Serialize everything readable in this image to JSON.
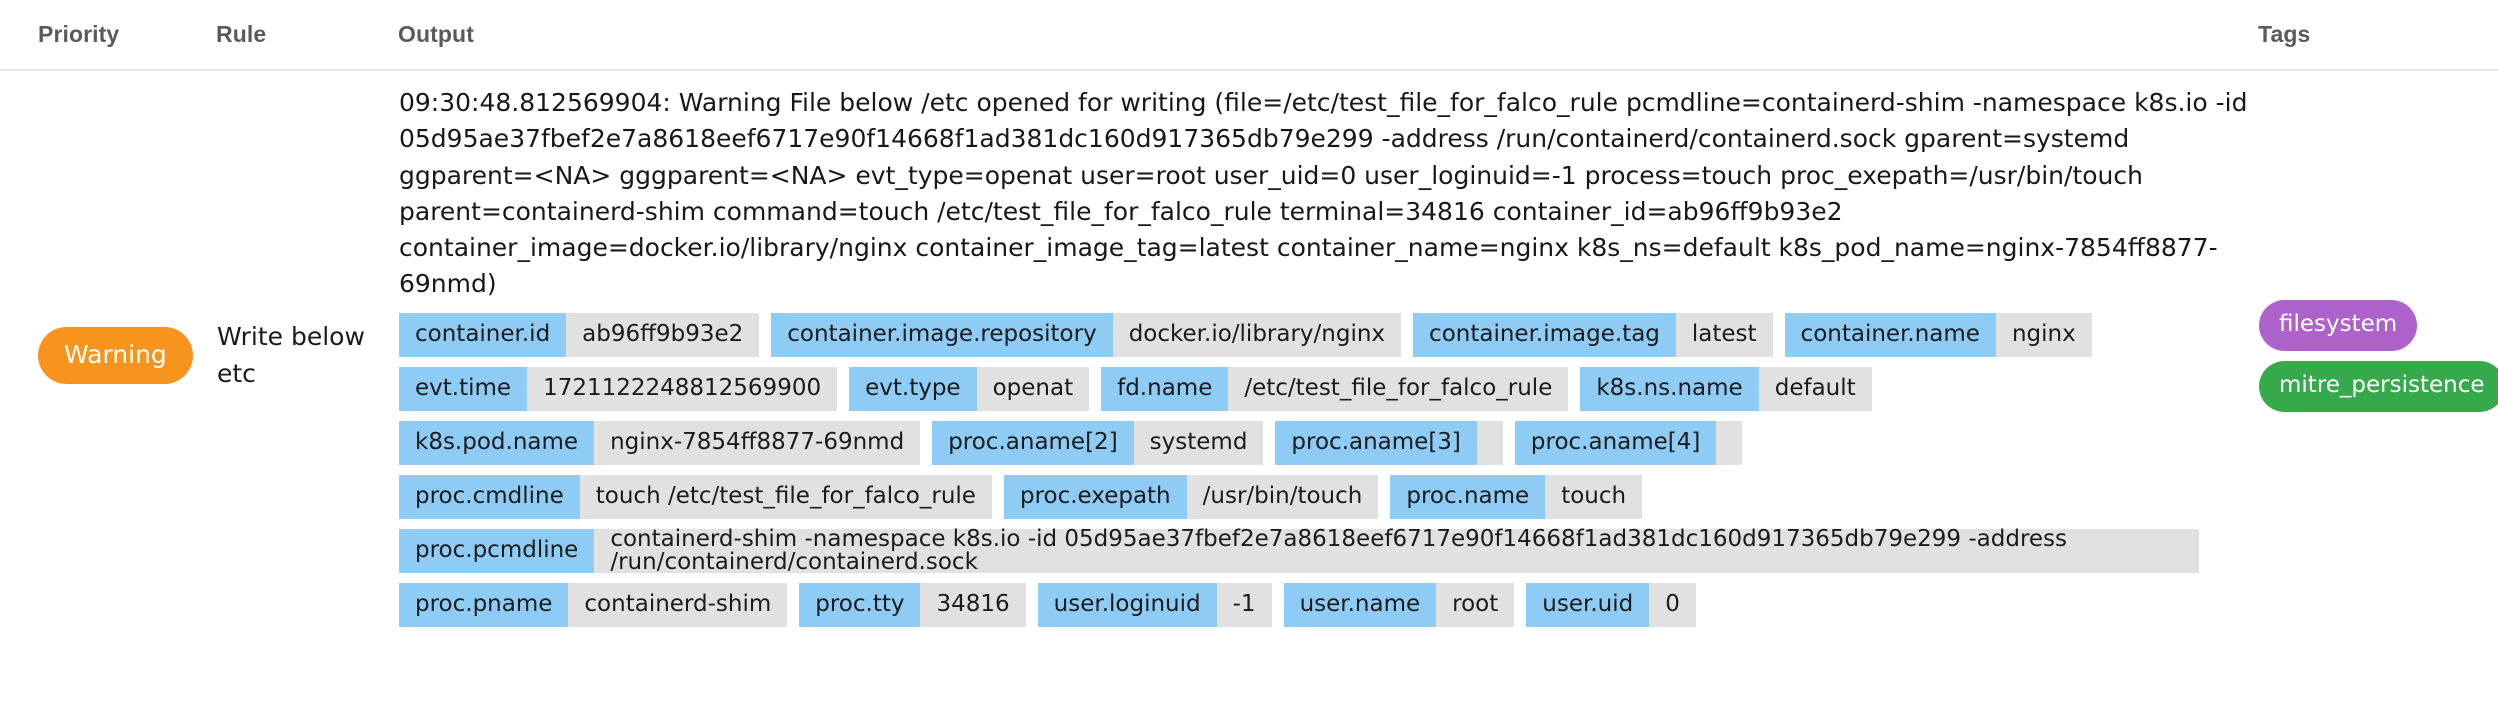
{
  "table": {
    "headers": {
      "priority": "Priority",
      "rule": "Rule",
      "output": "Output",
      "tags": "Tags"
    },
    "row": {
      "priority": "Warning",
      "rule": "Write below etc",
      "output_text": "09:30:48.812569904: Warning File below /etc opened for writing (file=/etc/test_file_for_falco_rule pcmdline=containerd-shim -namespace k8s.io -id 05d95ae37fbef2e7a8618eef6717e90f14668f1ad381dc160d917365db79e299 -address /run/containerd/containerd.sock gparent=systemd ggparent=<NA> gggparent=<NA> evt_type=openat user=root user_uid=0 user_loginuid=-1 process=touch proc_exepath=/usr/bin/touch parent=containerd-shim command=touch /etc/test_file_for_falco_rule terminal=34816 container_id=ab96ff9b93e2 container_image=docker.io/library/nginx container_image_tag=latest container_name=nginx k8s_ns=default k8s_pod_name=nginx-7854ff8877-69nmd)",
      "fields": [
        {
          "key": "container.id",
          "value": "ab96ff9b93e2"
        },
        {
          "key": "container.image.repository",
          "value": "docker.io/library/nginx"
        },
        {
          "key": "container.image.tag",
          "value": "latest"
        },
        {
          "key": "container.name",
          "value": "nginx"
        },
        {
          "key": "evt.time",
          "value": "1721122248812569900"
        },
        {
          "key": "evt.type",
          "value": "openat"
        },
        {
          "key": "fd.name",
          "value": "/etc/test_file_for_falco_rule"
        },
        {
          "key": "k8s.ns.name",
          "value": "default"
        },
        {
          "key": "k8s.pod.name",
          "value": "nginx-7854ff8877-69nmd"
        },
        {
          "key": "proc.aname[2]",
          "value": "systemd"
        },
        {
          "key": "proc.aname[3]",
          "value": ""
        },
        {
          "key": "proc.aname[4]",
          "value": ""
        },
        {
          "key": "proc.cmdline",
          "value": "touch /etc/test_file_for_falco_rule"
        },
        {
          "key": "proc.exepath",
          "value": "/usr/bin/touch"
        },
        {
          "key": "proc.name",
          "value": "touch"
        },
        {
          "key": "proc.pcmdline",
          "value": "containerd-shim -namespace k8s.io -id 05d95ae37fbef2e7a8618eef6717e90f14668f1ad381dc160d917365db79e299 -address /run/containerd/containerd.sock"
        },
        {
          "key": "proc.pname",
          "value": "containerd-shim"
        },
        {
          "key": "proc.tty",
          "value": "34816"
        },
        {
          "key": "user.loginuid",
          "value": "-1"
        },
        {
          "key": "user.name",
          "value": "root"
        },
        {
          "key": "user.uid",
          "value": "0"
        }
      ],
      "tags": [
        {
          "label": "filesystem",
          "color": "#ad61cb"
        },
        {
          "label": "mitre_persistence",
          "color": "#36a94b"
        }
      ]
    }
  },
  "colors": {
    "priority_warning": "#f7941d",
    "chip_key_bg": "#8ecbf5",
    "chip_value_bg": "#e1e1e1",
    "tag_filesystem": "#ad61cb",
    "tag_mitre": "#36a94b",
    "header_text": "#5a5a5a"
  }
}
